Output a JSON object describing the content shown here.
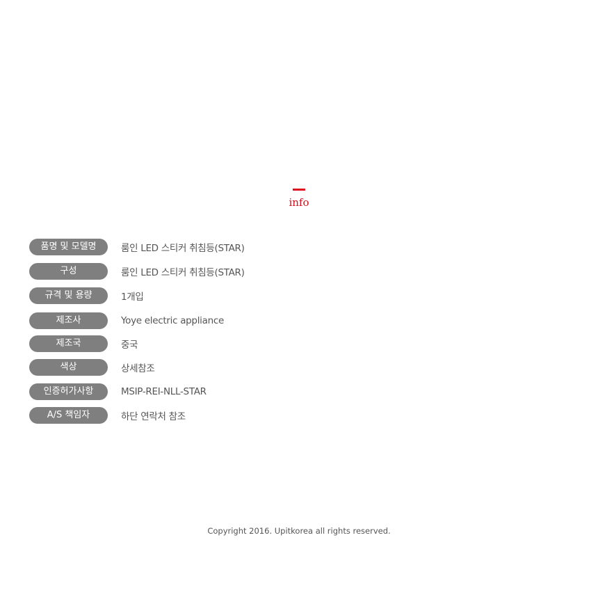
{
  "section_title": "info",
  "accent_color": "#e0101e",
  "rows": [
    {
      "label": "품명 및 모델명",
      "value": "룸인 LED 스티커 취침등(STAR)"
    },
    {
      "label": "구성",
      "value": "룸인 LED 스티커 취침등(STAR)"
    },
    {
      "label": "규격 및 용량",
      "value": "1개입"
    },
    {
      "label": "제조사",
      "value": "Yoye electric appliance"
    },
    {
      "label": "제조국",
      "value": "중국"
    },
    {
      "label": "색상",
      "value": "상세참조"
    },
    {
      "label": "인증허가사항",
      "value": "MSIP-REI-NLL-STAR"
    },
    {
      "label": "A/S 책임자",
      "value": "하단 연락처 참조"
    }
  ],
  "footer": {
    "copyright": "Copyright 2016. Upitkorea all rights reserved."
  }
}
